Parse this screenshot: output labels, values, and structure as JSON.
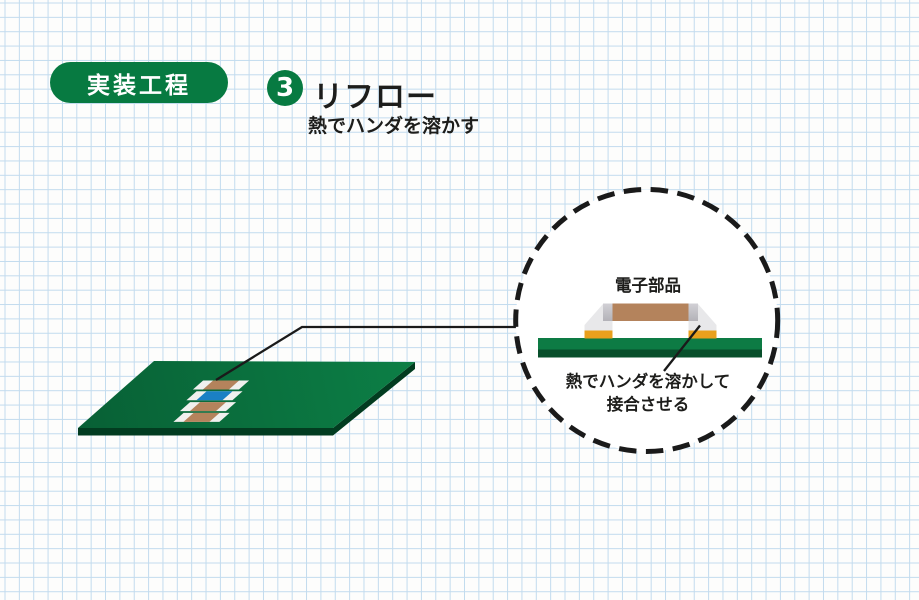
{
  "header": {
    "badge_label": "実装工程",
    "step_number": "3",
    "title": "リフロー",
    "subtitle": "熱でハンダを溶かす"
  },
  "callout": {
    "component_label": "電子部品",
    "caption_line1": "熱でハンダを溶かして",
    "caption_line2": "接合させる"
  },
  "colors": {
    "accent_green": "#077a41",
    "board_green_light": "#0c7f46",
    "board_green_dark": "#086035",
    "board_edge_dark": "#023c20",
    "closeup_pcb_green": "#0d7b44",
    "closeup_pcb_green_dark": "#084f2b",
    "solder_pad_gold": "#e9a01d",
    "solder_fillet_gray": "#e8e8ea",
    "terminal_gray": "#c7c6cb",
    "component_body_brown": "#b4835c",
    "component_body_blue": "#1a80c4",
    "grid_line_blue": "#c2dbee",
    "line_black": "#1a1a1a"
  }
}
